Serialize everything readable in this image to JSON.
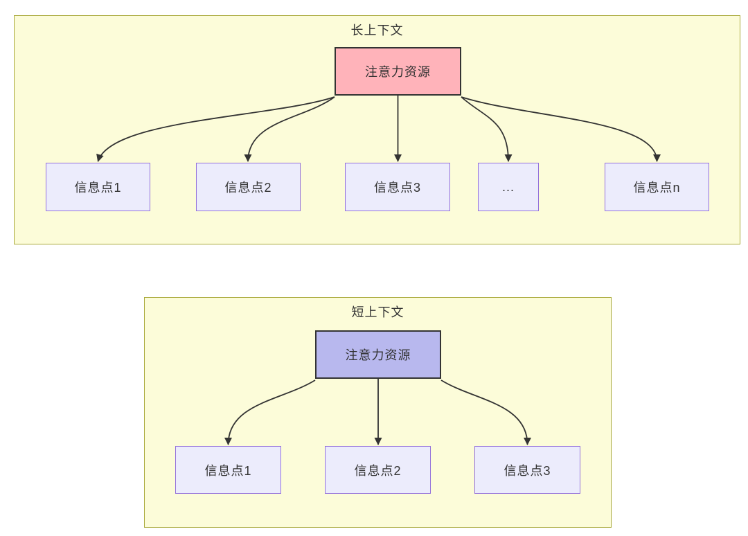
{
  "diagram": {
    "long_context": {
      "title": "长上下文",
      "attention_label": "注意力资源",
      "nodes": [
        {
          "label": "信息点1"
        },
        {
          "label": "信息点2"
        },
        {
          "label": "信息点3"
        },
        {
          "label": "..."
        },
        {
          "label": "信息点n"
        }
      ]
    },
    "short_context": {
      "title": "短上下文",
      "attention_label": "注意力资源",
      "nodes": [
        {
          "label": "信息点1"
        },
        {
          "label": "信息点2"
        },
        {
          "label": "信息点3"
        }
      ]
    },
    "colors": {
      "panel_fill": "#fcfcd9",
      "panel_border": "#a9a93a",
      "attention_long_fill": "#ffb3ba",
      "attention_short_fill": "#b8b8ee",
      "attention_border": "#333333",
      "node_fill": "#ececfc",
      "node_border": "#9370db",
      "arrow": "#333333",
      "text": "#333333"
    }
  }
}
